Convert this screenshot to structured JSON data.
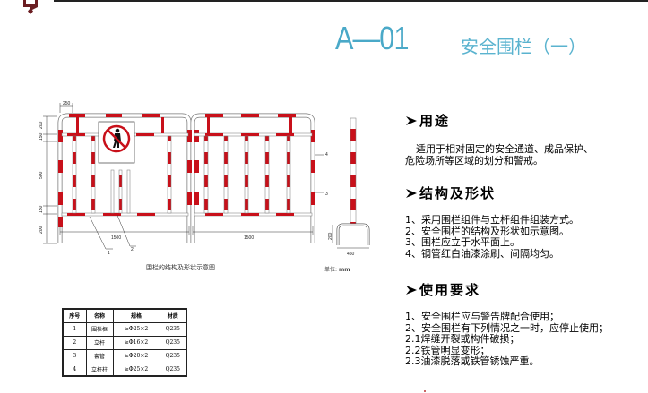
{
  "header": {
    "code": "A—01",
    "title": "安全围栏（一）",
    "accent_color": "#4aa9c8",
    "logo_color": "#6b1e22"
  },
  "drawing": {
    "caption": "围栏的结构及形状示意图",
    "unit_label": "单位:",
    "unit_value": "mm",
    "dimensions": {
      "top_width": "250",
      "heights": [
        "200",
        "150",
        "500",
        "150",
        "200"
      ],
      "panel_width_left": "1500",
      "panel_width_right": "1500",
      "base_height": "200",
      "base_width": "450"
    },
    "callouts": [
      "1",
      "2",
      "3",
      "4"
    ],
    "colors": {
      "red": "#c8101a",
      "white": "#ffffff",
      "outline": "#555555"
    }
  },
  "spec_table": {
    "headers": [
      "序号",
      "名称",
      "规格",
      "材质"
    ],
    "rows": [
      [
        "1",
        "围栏框",
        "≥Φ25×2",
        "Q235"
      ],
      [
        "2",
        "立杆",
        "≥Φ16×2",
        "Q235"
      ],
      [
        "3",
        "套管",
        "≥Φ20×2",
        "Q235"
      ],
      [
        "4",
        "立杆柱",
        "≥Φ25×2",
        "Q235"
      ]
    ]
  },
  "sections": {
    "usage": {
      "title": "用途",
      "text_line1": "适用于相对固定的安全通道、成品保护、",
      "text_line2": "危险场所等区域的划分和警戒。"
    },
    "structure": {
      "title": "结构及形状",
      "items": [
        "1、采用围栏组件与立杆组件组装方式。",
        "2、安全围栏的结构及形状如示意图。",
        "3、围栏应立于水平面上。",
        "4、钢管红白油漆涂刷、间隔均匀。"
      ]
    },
    "requirements": {
      "title": "使用要求",
      "items": [
        "1、安全围栏应与警告牌配合使用；",
        "2、安全围栏有下列情况之一时，应停止使用；",
        "2.1焊缝开裂或构件破损；",
        "2.2铁管明显变形；",
        "2.3油漆脱落或铁管锈蚀严重。"
      ]
    }
  }
}
